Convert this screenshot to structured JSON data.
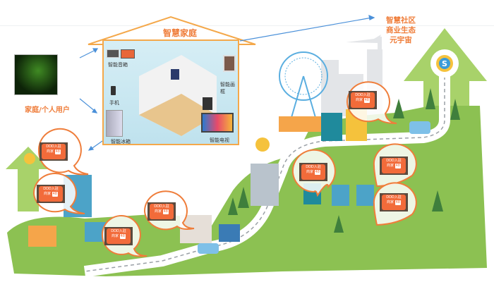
{
  "house": {
    "title": "智慧家庭",
    "devices": [
      {
        "label": "智能音箱"
      },
      {
        "label": "手机"
      },
      {
        "label": "智能冰箱"
      },
      {
        "label": "智能画框"
      },
      {
        "label": "智能电视"
      }
    ]
  },
  "user": {
    "label": "家庭/个人用户"
  },
  "city": {
    "label_lines": [
      "智慧社区",
      "商业生态",
      "元宇宙"
    ]
  },
  "badge": {
    "title": "DDD入驻",
    "merchant": "商家",
    "count": "48"
  },
  "colors": {
    "accent": "#ef7d3a",
    "arrow": "#4a90d9",
    "grass": "#8cc152",
    "road": "#9aa0a6"
  }
}
